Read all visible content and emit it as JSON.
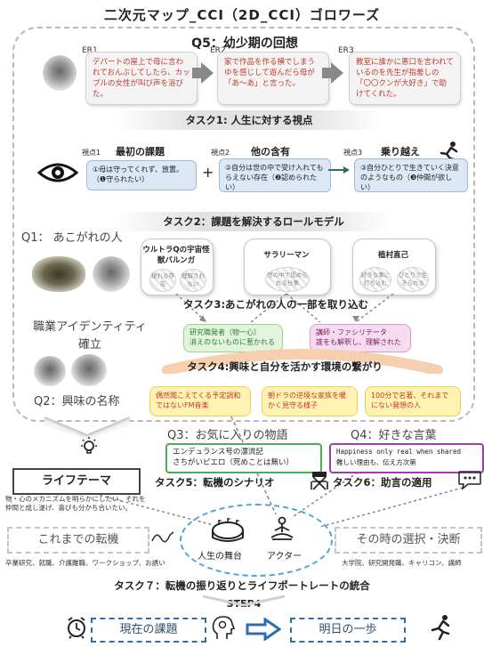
{
  "title": "二次元マップ_CCI（2D_CCI）ゴロワーズ",
  "q5": {
    "label": "Q5：幼少期の回想"
  },
  "er": [
    {
      "label": "ER1",
      "text": "デパートの屋上で母に言われておんぶしてしたら、カップルの女性が叫び声を浴びた。"
    },
    {
      "label": "ER2",
      "text": "家で作品を作る横でしまうゆを感じして遊んだら母が「あ〜あ」と言った。"
    },
    {
      "label": "ER3",
      "text": "教室に誰かに悪口を言われているのを先生が指差しの「〇〇クンが大好き」で助けてくれた。"
    }
  ],
  "task1": "タスク1: 人生に対する視点",
  "viewpoints": [
    {
      "num": "視点1",
      "title": "最初の課題",
      "text": "①母は守ってくれず、放置。（❶守られたい）"
    },
    {
      "num": "視点2",
      "title": "他の含有",
      "text": "②自分は世の中で受け入れてもらえない存在（❷認められたい）"
    },
    {
      "num": "視点3",
      "title": "乗り越え",
      "text": "③自分ひとりで生きていく決意のようなもの（❸仲間が欲しい）"
    }
  ],
  "plus": "+",
  "task2": "タスク2：課題を解決するロールモデル",
  "q1": "Q1： あこがれの人",
  "role_models": [
    {
      "name": "ウルトラQの宇宙怪獣バルンガ",
      "trait_a": "現れる存在",
      "trait_b": "理解されない"
    },
    {
      "name": "サラリーマン",
      "trait_a": "世の中で認められる仕事"
    },
    {
      "name": "植村直己",
      "trait_a": "好きな事に打ち込む",
      "trait_b": "ひとりで生きられる"
    }
  ],
  "task3": "タスク3:あこがれの人の一部を取り込む",
  "identity": "職業アイデンティティ確立",
  "green_box": "研究職発者（物一心）\n消えのないものに惹かれる",
  "pink_box": "講師・ファシリテータ\n誰をも解釈し、理解されたい",
  "task4": "タスク4:興味と自分を活かす環境の繋がり",
  "q2": "Q2：興味の名称",
  "interests": [
    "偶然聞こえてくる予定調和ではないFM音楽",
    "朝ドラの逆境な家族を暖かく見守る様子",
    "100分で名著、それまでにない発想の人"
  ],
  "q3": "Q3：お気に入りの物語",
  "q3_text": "エンデュランス号の漂流記\nさちがいピエロ（死めことは無い）",
  "q4": "Q4：好きな言葉",
  "q4_text": "Happiness only real when shared\n難しい理由も、伝え方次第",
  "life_theme": "ライフテーマ",
  "life_theme_note": "物・心のメカニズムを明らかにしたい、それを仲間と成し遂げ、喜びも分かち合いたい。",
  "task5": "タスク5：転機のシナリオ",
  "task6": "タスク6：助言の適用",
  "past_transitions": "これまでの転機",
  "past_note": "卒業研究、就職、介護離職、ワークショップ、お誘い",
  "choices": "その時の選択・決断",
  "choices_note": "大学院、研究開発職、キャリコン、講師",
  "stage": "人生の舞台",
  "actor": "アクター",
  "task7": "タスク７：転機の振り返りとライフポートレートの統合",
  "step": "STEP4",
  "current": "現在の課題",
  "tomorrow": "明日の一歩"
}
